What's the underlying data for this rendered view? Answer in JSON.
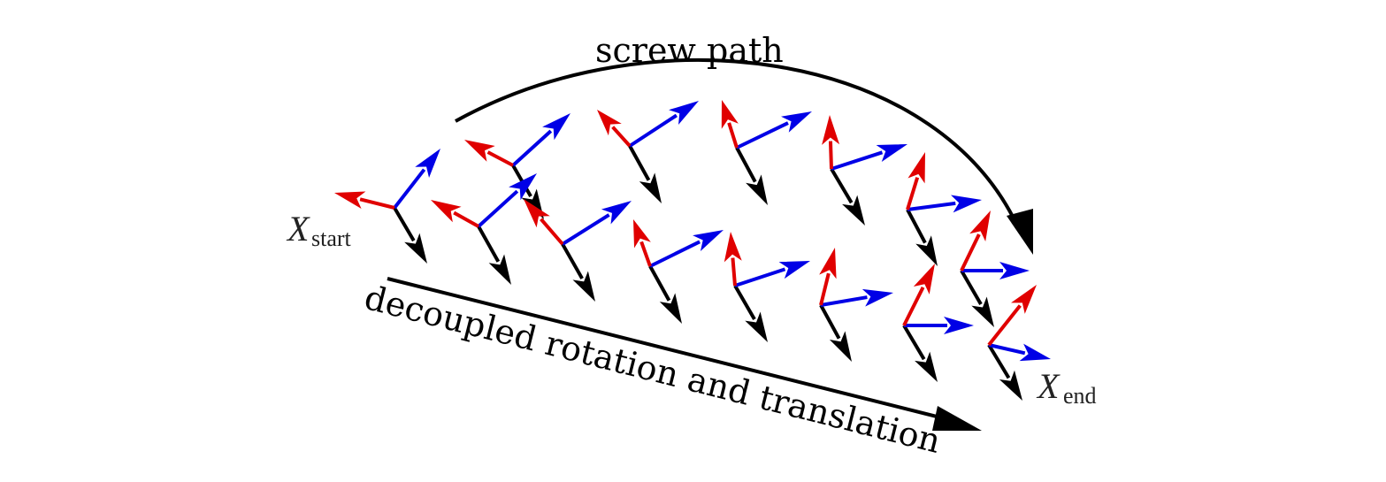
{
  "labels": {
    "screw_path": "screw path",
    "decoupled": "decoupled rotation and translation",
    "start_symbol": "X",
    "start_sub": "start",
    "end_symbol": "X",
    "end_sub": "end"
  },
  "colors": {
    "x_axis": "#e00000",
    "y_axis": "#0000e6",
    "z_axis": "#000000"
  }
}
